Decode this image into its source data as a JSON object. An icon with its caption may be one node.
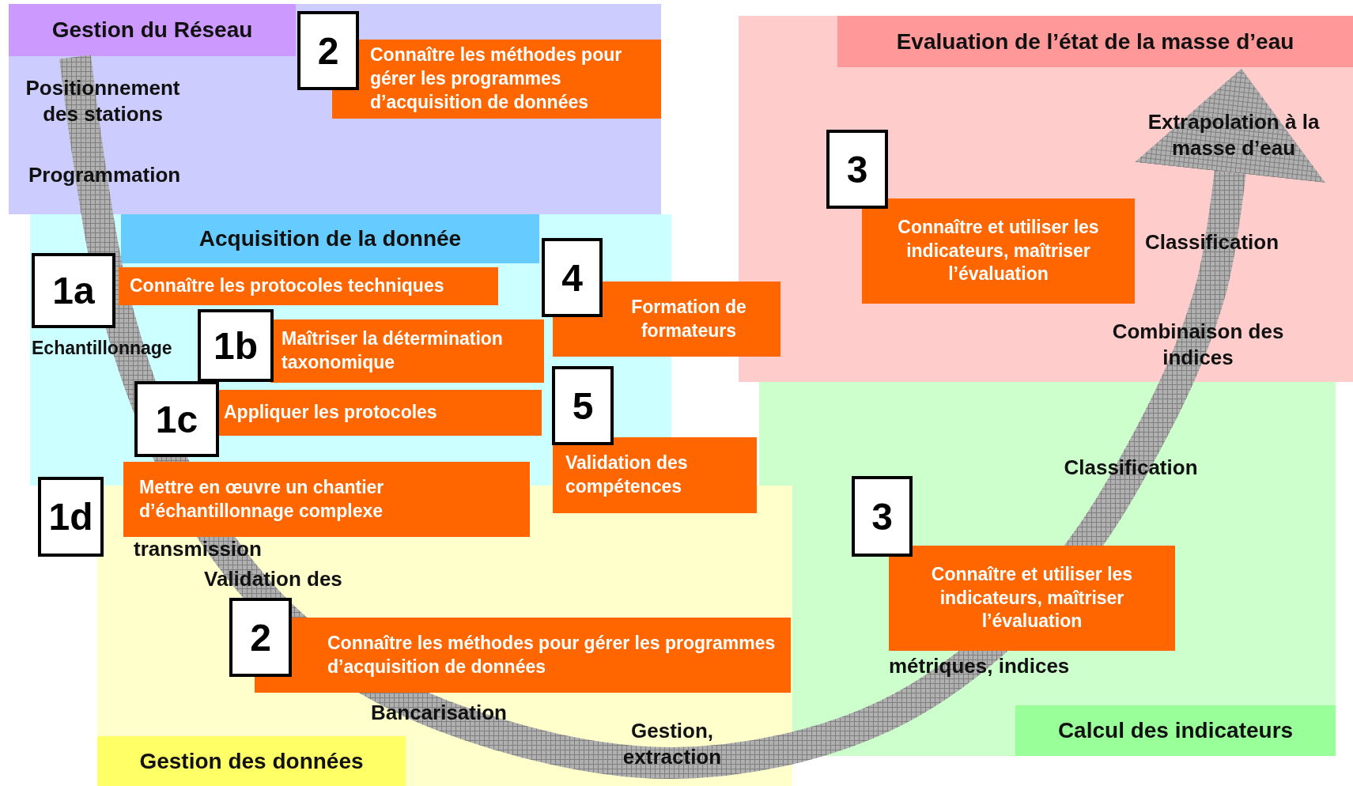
{
  "diagram": {
    "nodes": [
      {
        "text": [
          "Gestion du Réseau"
        ]
      },
      {
        "text": [
          "2"
        ],
        "in": 0
      },
      {
        "text": [
          "Connaître les méthodes pour gérer les programmes d’acquisition de données"
        ],
        "in": 0
      },
      {
        "text": [
          "Evaluation de l’état de la masse d’eau"
        ]
      },
      {
        "text": [
          "Acquisition de la donnée"
        ]
      },
      {
        "text": [
          "1a"
        ],
        "in": 4
      },
      {
        "text": [
          "Connaître les protocoles techniques"
        ],
        "in": 4
      },
      {
        "text": [
          "1b"
        ],
        "in": 4
      },
      {
        "text": [
          "Maîtriser la détermination taxonomique"
        ],
        "in": 4
      },
      {
        "text": [
          "4"
        ],
        "in": 4
      },
      {
        "text": [
          "Formation de formateurs"
        ]
      },
      {
        "text": [
          "3"
        ],
        "in": 3
      },
      {
        "text": [
          "Connaître et utiliser les indicateurs, maîtriser l’évaluation"
        ],
        "in": 3
      },
      {
        "text": [
          "1c"
        ],
        "in": 4
      },
      {
        "text": [
          "Appliquer les protocoles"
        ],
        "in": 4
      },
      {
        "text": [
          "5"
        ],
        "in": 4
      },
      {
        "text": [
          "Validation des compétences"
        ]
      },
      {
        "text": [
          "1d"
        ]
      },
      {
        "text": [
          "Mettre en œuvre un chantier d’échantillonnage complexe"
        ]
      },
      {
        "text": [
          "Calcul des indicateurs"
        ]
      },
      {
        "text": [
          "3"
        ],
        "in": 19
      },
      {
        "text": [
          "Connaître et utiliser les indicateurs, maîtriser l’évaluation"
        ],
        "in": 19
      },
      {
        "text": [
          "Gestion des données"
        ]
      },
      {
        "text": [
          "2"
        ],
        "in": 22
      },
      {
        "text": [
          "Connaître les méthodes pour gérer les programmes d’acquisition de données"
        ],
        "in": 22
      }
    ],
    "edges": [
      {
        "from": null,
        "to": 3,
        "arrow": "to",
        "style": "thick"
      }
    ],
    "labels": [
      "Positionnement des stations",
      "Programmation",
      "Echantillonnage",
      "transmission",
      "Validation des",
      "Bancarisation",
      "Gestion, extraction",
      "Extrapolation à la masse d’eau",
      "Classification",
      "Combinaison des indices",
      "Classification",
      "métriques, indices"
    ]
  }
}
